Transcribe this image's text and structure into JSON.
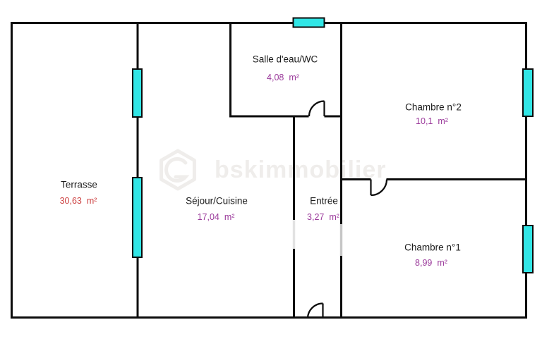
{
  "plan": {
    "type": "floor-plan",
    "watermark": {
      "text": "bskimmobilier",
      "logo": "house-hexagon-logo"
    },
    "colors": {
      "wall": "#0c0c0c",
      "window_fill": "#31e6e6",
      "area_value_purple": "#9b3a9b",
      "area_value_red": "#cc4040",
      "room_label": "#1b1b1b",
      "opening_gray": "#c6c6c6",
      "watermark_gray": "#efedeb"
    },
    "rooms": [
      {
        "name": "Terrasse",
        "area": "30,63",
        "unit": "m²",
        "accent": "red"
      },
      {
        "name": "Séjour/Cuisine",
        "area": "17,04",
        "unit": "m²",
        "accent": "purple"
      },
      {
        "name": "Salle d'eau/WC",
        "area": "4,08",
        "unit": "m²",
        "accent": "purple"
      },
      {
        "name": "Entrée",
        "area": "3,27",
        "unit": "m²",
        "accent": "purple"
      },
      {
        "name": "Chambre n°2",
        "area": "10,1",
        "unit": "m²",
        "accent": "purple"
      },
      {
        "name": "Chambre n°1",
        "area": "8,99",
        "unit": "m²",
        "accent": "purple"
      }
    ],
    "features": {
      "windows": 5,
      "doors": 3,
      "open_passages": 2
    }
  }
}
